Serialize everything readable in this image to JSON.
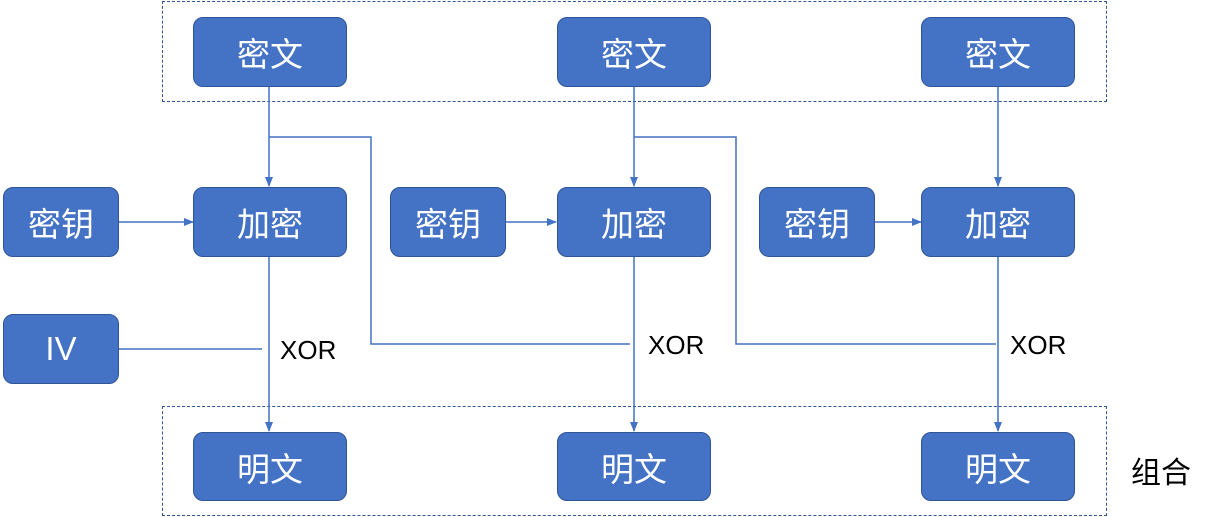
{
  "blocks": [
    {
      "ciphertext": "密文",
      "encrypt": "加密",
      "key": "密钥",
      "xor": "XOR",
      "plaintext": "明文"
    },
    {
      "ciphertext": "密文",
      "encrypt": "加密",
      "key": "密钥",
      "xor": "XOR",
      "plaintext": "明文"
    },
    {
      "ciphertext": "密文",
      "encrypt": "加密",
      "key": "密钥",
      "xor": "XOR",
      "plaintext": "明文"
    }
  ],
  "iv": "IV",
  "group_label": "组合",
  "colors": {
    "box_fill": "#4472C4",
    "box_border": "#2F5597",
    "line": "#4472C4"
  }
}
